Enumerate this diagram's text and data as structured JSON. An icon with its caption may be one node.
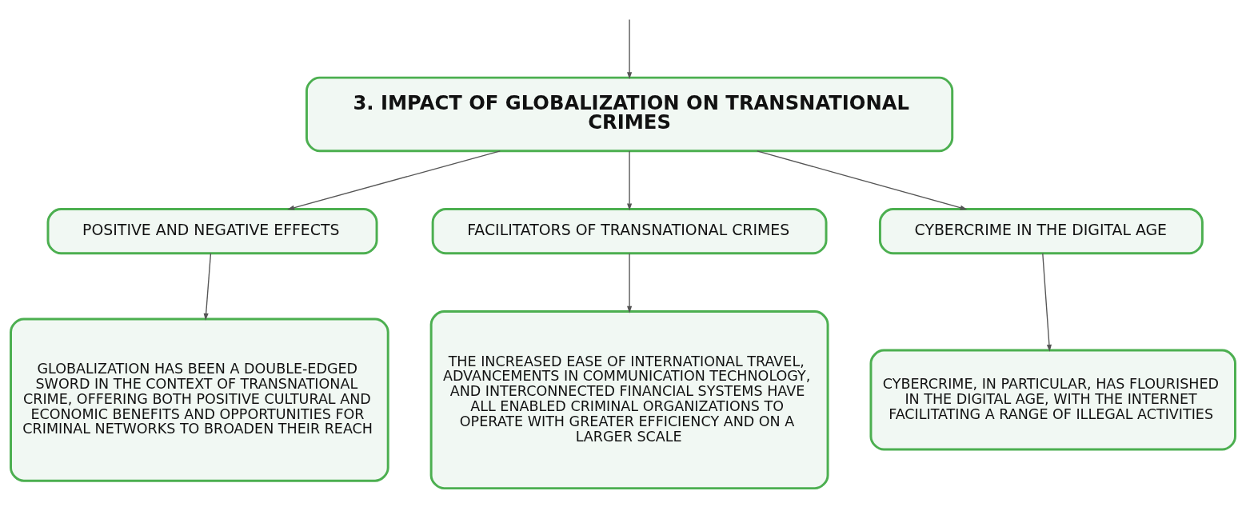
{
  "diagram": {
    "nodes": [
      {
        "text": [
          "3. IMPACT OF GLOBALIZATION ON TRANSNATIONAL CRIMES"
        ]
      },
      {
        "text": [
          "POSITIVE AND NEGATIVE EFFECTS"
        ]
      },
      {
        "text": [
          "FACILITATORS OF TRANSNATIONAL CRIMES"
        ]
      },
      {
        "text": [
          "CYBERCRIME IN THE DIGITAL AGE"
        ]
      },
      {
        "text": [
          "GLOBALIZATION HAS BEEN A DOUBLE-EDGED SWORD IN THE CONTEXT OF TRANSNATIONAL CRIME, OFFERING BOTH POSITIVE CULTURAL AND ECONOMIC BENEFITS AND OPPORTUNITIES FOR CRIMINAL NETWORKS TO BROADEN THEIR REACH"
        ]
      },
      {
        "text": [
          "THE INCREASED EASE OF INTERNATIONAL TRAVEL, ADVANCEMENTS IN COMMUNICATION TECHNOLOGY, AND INTERCONNECTED FINANCIAL SYSTEMS HAVE ALL ENABLED CRIMINAL ORGANIZATIONS TO OPERATE WITH GREATER EFFICIENCY AND ON A LARGER SCALE"
        ]
      },
      {
        "text": [
          "CYBERCRIME, IN PARTICULAR, HAS FLOURISHED IN THE DIGITAL AGE, WITH THE INTERNET FACILITATING A RANGE OF ILLEGAL ACTIVITIES"
        ]
      }
    ],
    "edges": [
      {
        "from": null,
        "to": 0,
        "arrow": "to"
      },
      {
        "from": 0,
        "to": 1,
        "arrow": "to"
      },
      {
        "from": 0,
        "to": 2,
        "arrow": "to"
      },
      {
        "from": 0,
        "to": 3,
        "arrow": "to"
      },
      {
        "from": 1,
        "to": 4,
        "arrow": "to"
      },
      {
        "from": 2,
        "to": 5,
        "arrow": "to"
      },
      {
        "from": 3,
        "to": 6,
        "arrow": "to"
      }
    ]
  }
}
